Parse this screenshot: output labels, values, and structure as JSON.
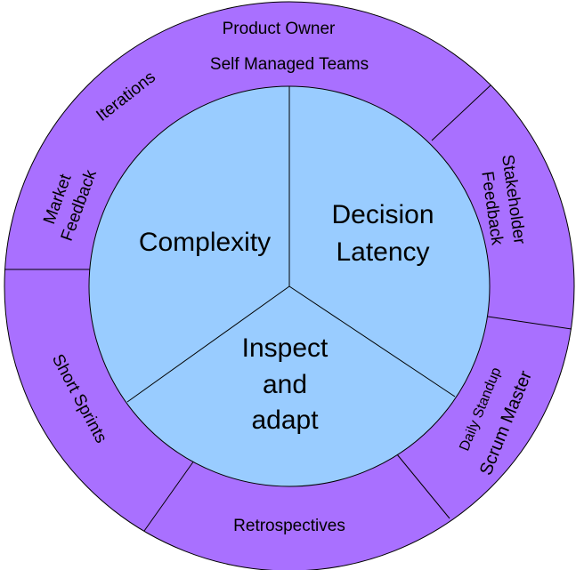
{
  "colors": {
    "outer_ring": "#a970ff",
    "inner_circle": "#99ccff",
    "stroke": "#000000",
    "background": "#ffffff"
  },
  "outer_labels": {
    "product_owner": "Product Owner",
    "self_managed_teams": "Self Managed Teams",
    "iterations": "Iterations",
    "market": "Market",
    "feedback": "Feedback",
    "stakeholder": "Stakeholder",
    "stakeholder_feedback": "Feedback",
    "daily_standup": "Daily Standup",
    "scrum_master": "Scrum Master",
    "retrospectives": "Retrospectives",
    "short_sprints": "Short Sprints"
  },
  "inner_labels": {
    "complexity": "Complexity",
    "decision": "Decision",
    "latency": "Latency",
    "inspect": "Inspect",
    "and": "and",
    "adapt": "adapt"
  }
}
